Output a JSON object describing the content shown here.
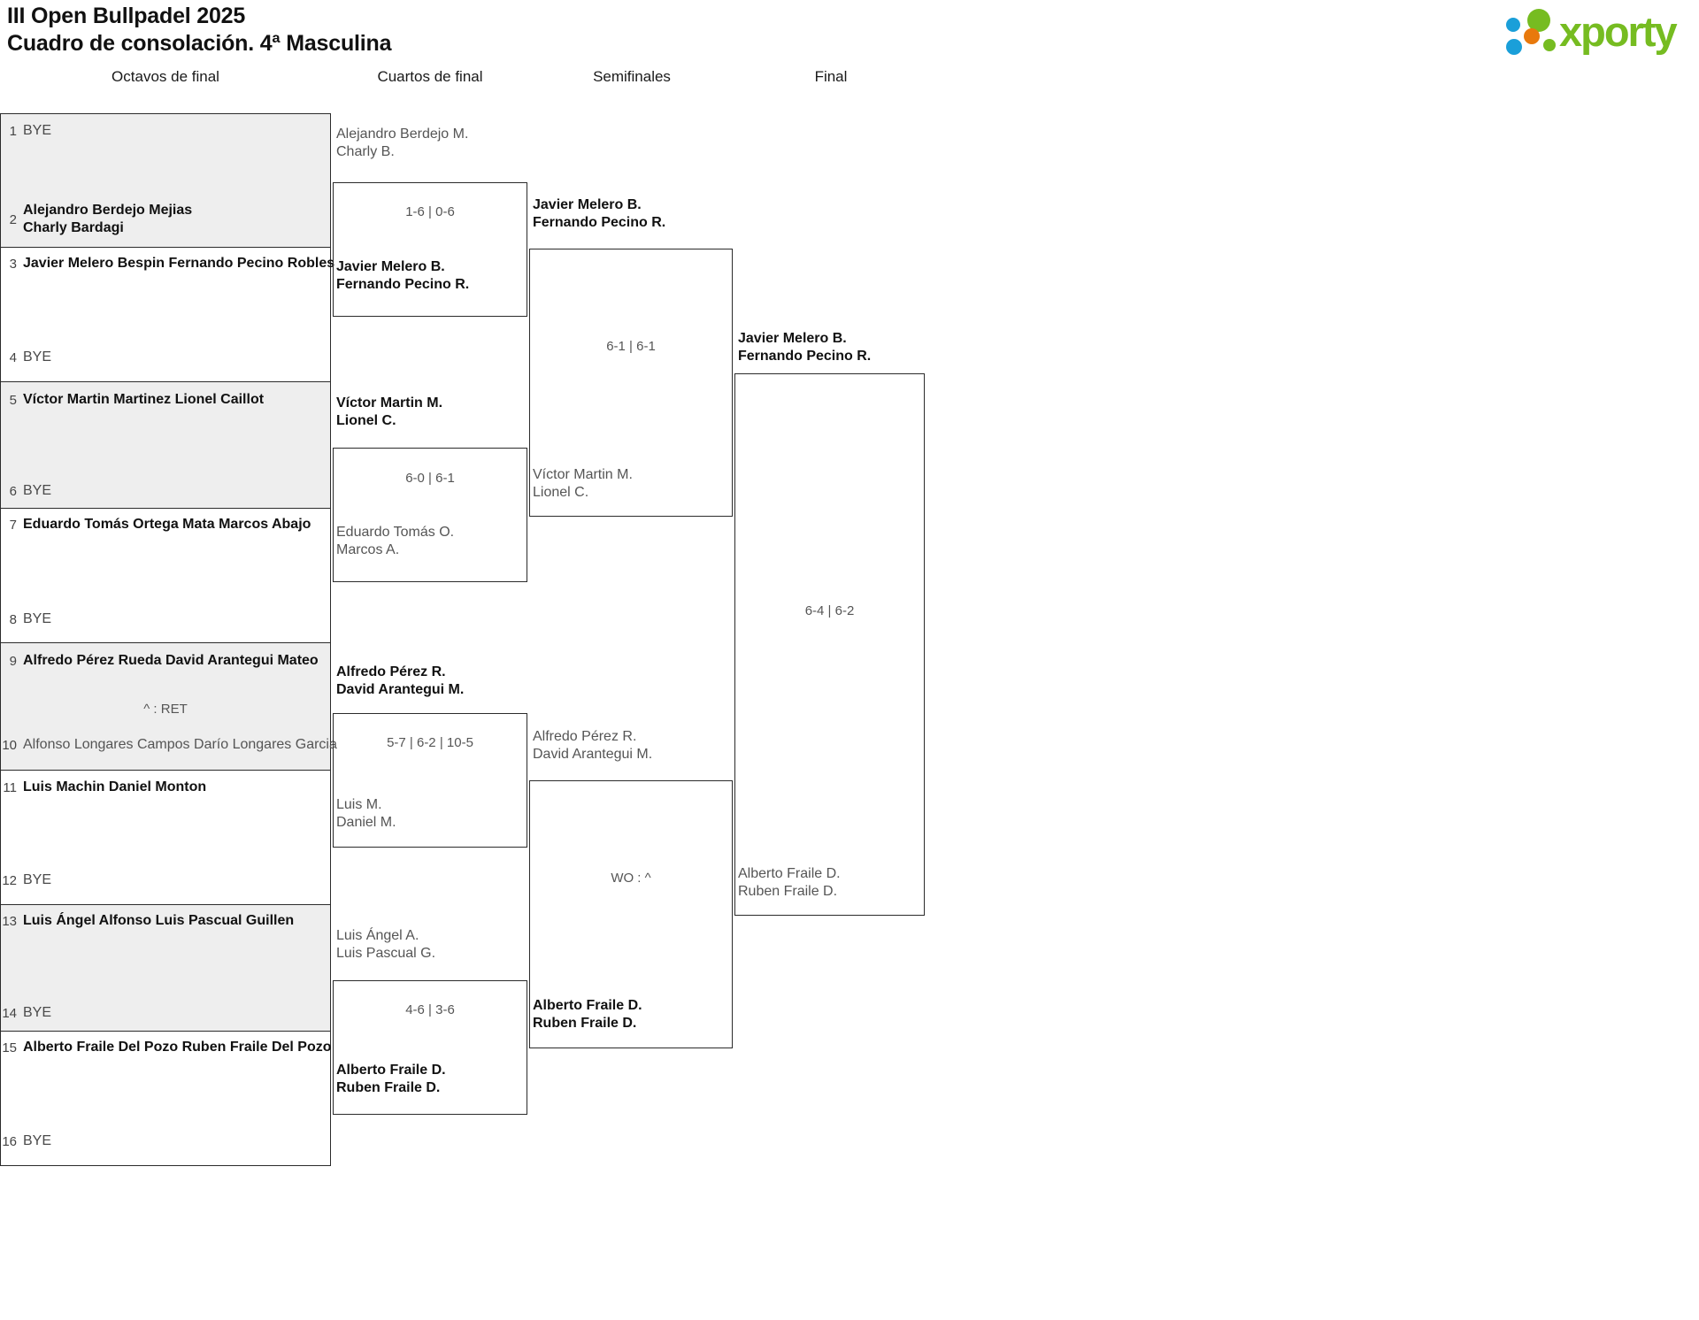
{
  "header": {
    "title_line1": "III Open Bullpadel 2025",
    "title_line2": "Cuadro de consolación. 4ª Masculina",
    "logo_text": "xporty",
    "logo_colors": {
      "blue": "#1a9fd9",
      "orange": "#e8790c",
      "green": "#76bc21"
    }
  },
  "rounds": [
    {
      "label": "Octavos de final"
    },
    {
      "label": "Cuartos de final"
    },
    {
      "label": "Semifinales"
    },
    {
      "label": "Final"
    }
  ],
  "round1": {
    "entries": [
      {
        "num": "1",
        "line1": "BYE",
        "line2": "",
        "status": "bye"
      },
      {
        "num": "2",
        "line1": "Alejandro Berdejo Mejias",
        "line2": "Charly Bardagi",
        "status": "winner"
      },
      {
        "num": "3",
        "line1": "Javier Melero Bespin",
        "line2": "Fernando Pecino Robles",
        "status": "winner"
      },
      {
        "num": "4",
        "line1": "BYE",
        "line2": "",
        "status": "bye"
      },
      {
        "num": "5",
        "line1": "Víctor Martin Martinez",
        "line2": "Lionel Caillot",
        "status": "winner"
      },
      {
        "num": "6",
        "line1": "BYE",
        "line2": "",
        "status": "bye"
      },
      {
        "num": "7",
        "line1": "Eduardo Tomás Ortega Mata",
        "line2": "Marcos Abajo",
        "status": "winner"
      },
      {
        "num": "8",
        "line1": "BYE",
        "line2": "",
        "status": "bye"
      },
      {
        "num": "9",
        "line1": "Alfredo Pérez Rueda",
        "line2": "David Arantegui Mateo",
        "status": "winner"
      },
      {
        "num": "10",
        "line1": "Alfonso Longares Campos",
        "line2": "Darío Longares Garcia",
        "status": "loser"
      },
      {
        "num": "11",
        "line1": "Luis Machin",
        "line2": "Daniel Monton",
        "status": "winner"
      },
      {
        "num": "12",
        "line1": "BYE",
        "line2": "",
        "status": "bye"
      },
      {
        "num": "13",
        "line1": "Luis Ángel Alfonso",
        "line2": "Luis Pascual Guillen",
        "status": "winner"
      },
      {
        "num": "14",
        "line1": "BYE",
        "line2": "",
        "status": "bye"
      },
      {
        "num": "15",
        "line1": "Alberto Fraile Del Pozo",
        "line2": "Ruben Fraile Del Pozo",
        "status": "winner"
      },
      {
        "num": "16",
        "line1": "BYE",
        "line2": "",
        "status": "bye"
      }
    ],
    "scores": [
      {
        "match": "9-10",
        "text": "^ : RET"
      }
    ]
  },
  "quarterfinals": [
    {
      "score": "1-6 | 0-6",
      "top": {
        "line1": "Alejandro Berdejo M.",
        "line2": "Charly B.",
        "status": "loser"
      },
      "bottom": {
        "line1": "Javier Melero B.",
        "line2": "Fernando Pecino R.",
        "status": "winner"
      }
    },
    {
      "score": "6-0 | 6-1",
      "top": {
        "line1": "Víctor Martin M.",
        "line2": "Lionel C.",
        "status": "winner"
      },
      "bottom": {
        "line1": "Eduardo Tomás O.",
        "line2": "Marcos A.",
        "status": "loser"
      }
    },
    {
      "score": "5-7 | 6-2 | 10-5",
      "top": {
        "line1": "Alfredo Pérez R.",
        "line2": "David Arantegui M.",
        "status": "winner"
      },
      "bottom": {
        "line1": "Luis M.",
        "line2": "Daniel M.",
        "status": "loser"
      }
    },
    {
      "score": "4-6 | 3-6",
      "top": {
        "line1": "Luis Ángel A.",
        "line2": "Luis Pascual G.",
        "status": "loser"
      },
      "bottom": {
        "line1": "Alberto Fraile D.",
        "line2": "Ruben Fraile D.",
        "status": "winner"
      }
    }
  ],
  "semifinals": [
    {
      "score": "6-1 | 6-1",
      "top": {
        "line1": "Javier Melero B.",
        "line2": "Fernando Pecino R.",
        "status": "winner"
      },
      "bottom": {
        "line1": "Víctor Martin M.",
        "line2": "Lionel C.",
        "status": "loser"
      }
    },
    {
      "score": "WO : ^",
      "top": {
        "line1": "Alfredo Pérez R.",
        "line2": "David Arantegui M.",
        "status": "loser"
      },
      "bottom": {
        "line1": "Alberto Fraile D.",
        "line2": "Ruben Fraile D.",
        "status": "winner"
      }
    }
  ],
  "final": {
    "score": "6-4 | 6-2",
    "top": {
      "line1": "Javier Melero B.",
      "line2": "Fernando Pecino R.",
      "status": "winner"
    },
    "bottom": {
      "line1": "Alberto Fraile D.",
      "line2": "Ruben Fraile D.",
      "status": "loser"
    }
  }
}
